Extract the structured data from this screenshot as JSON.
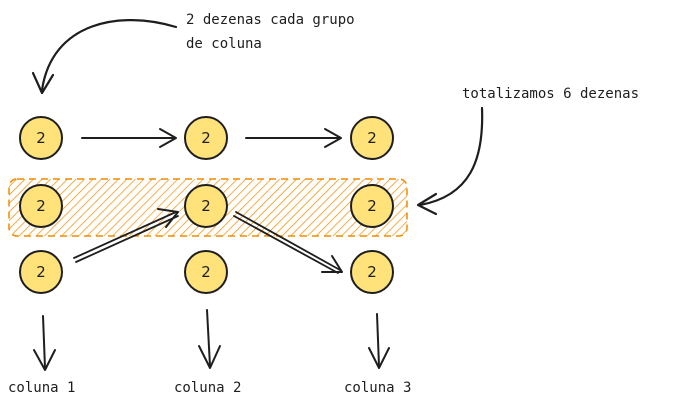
{
  "annotations": {
    "top_note_line1": "2 dezenas cada grupo",
    "top_note_line2": "de coluna",
    "right_note": "totalizamos 6 dezenas"
  },
  "columns": [
    {
      "label": "coluna 1",
      "values": [
        "2",
        "2",
        "2"
      ]
    },
    {
      "label": "coluna 2",
      "values": [
        "2",
        "2",
        "2"
      ]
    },
    {
      "label": "coluna 3",
      "values": [
        "2",
        "2",
        "2"
      ]
    }
  ],
  "colors": {
    "node_fill": "#ffe27a",
    "stroke": "#1e1e1e",
    "highlight": "#f08c00"
  }
}
